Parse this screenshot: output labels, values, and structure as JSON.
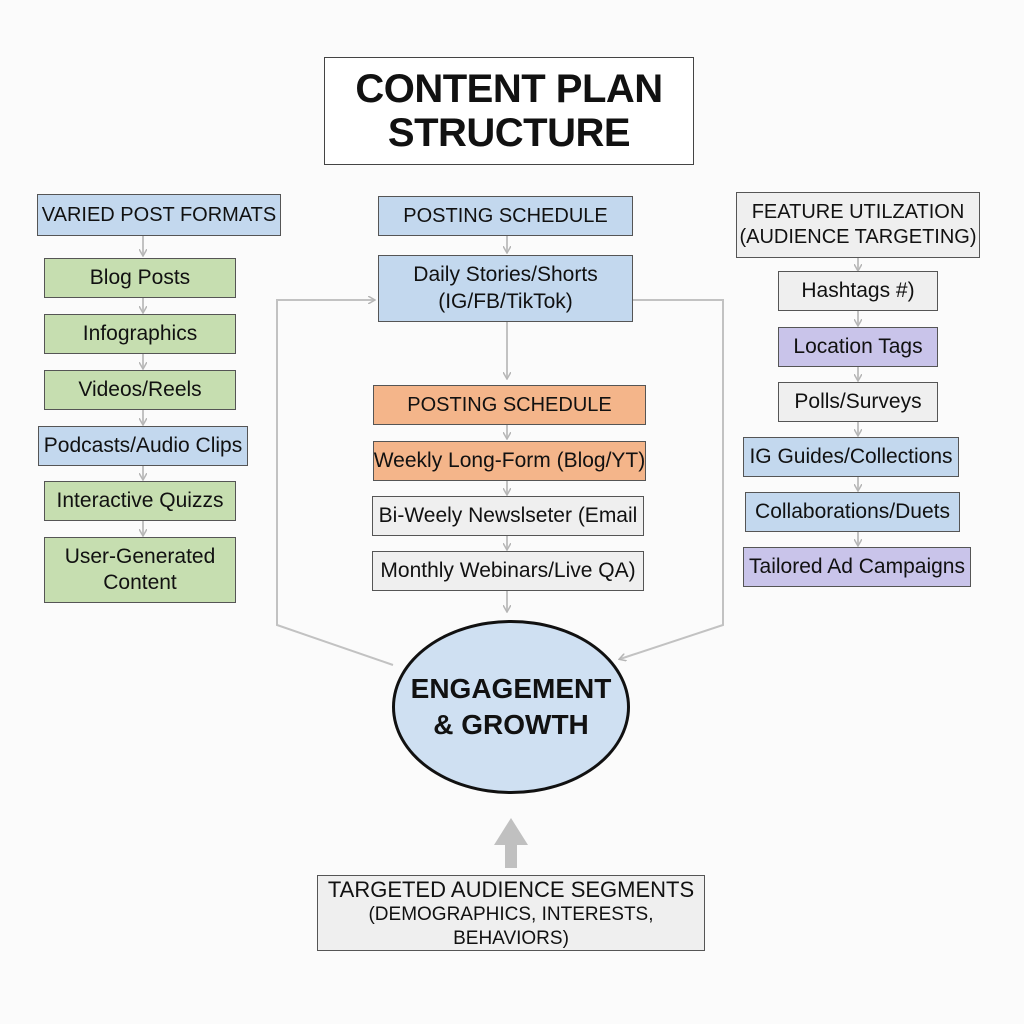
{
  "title": {
    "line1": "CONTENT PLAN",
    "line2": "STRUCTURE"
  },
  "left_column": {
    "header": "VARIED POST FORMATS",
    "items": [
      "Blog Posts",
      "Infographics",
      "Videos/Reels",
      "Podcasts/Audio Clips",
      "Interactive Quizzs"
    ],
    "last_item": {
      "line1": "User-Generated",
      "line2": "Content"
    }
  },
  "center_column": {
    "header": "POSTING SCHEDULE",
    "daily": {
      "line1": "Daily Stories/Shorts",
      "line2": "(IG/FB/TikTok)"
    },
    "header2": "POSTING SCHEDULE",
    "items": [
      "Weekly Long-Form (Blog/YT)",
      "Bi-Weely Newslseter (Email",
      "Monthly Webinars/Live QA)"
    ]
  },
  "right_column": {
    "header": {
      "line1": "FEATURE UTILZATION",
      "line2": "(AUDIENCE TARGETING)"
    },
    "items": [
      "Hashtags #)",
      "Location Tags",
      "Polls/Surveys",
      "IG Guides/Collections",
      "Collaborations/Duets",
      "Tailored Ad Campaigns"
    ]
  },
  "center_node": {
    "line1": "ENGAGEMENT",
    "line2": "& GROWTH"
  },
  "bottom_node": {
    "line1": "TARGETED AUDIENCE SEGMENTS",
    "line2": "(DEMOGRAPHICS, INTERESTS, BEHAVIORS)"
  },
  "colors": {
    "green": "#c6deb0",
    "blue": "#c3d8ee",
    "orange": "#f4b58a",
    "gray": "#efefef",
    "purple": "#c9c4ea",
    "ellipse": "#cfe0f2",
    "arrow": "#bdbdbd"
  }
}
